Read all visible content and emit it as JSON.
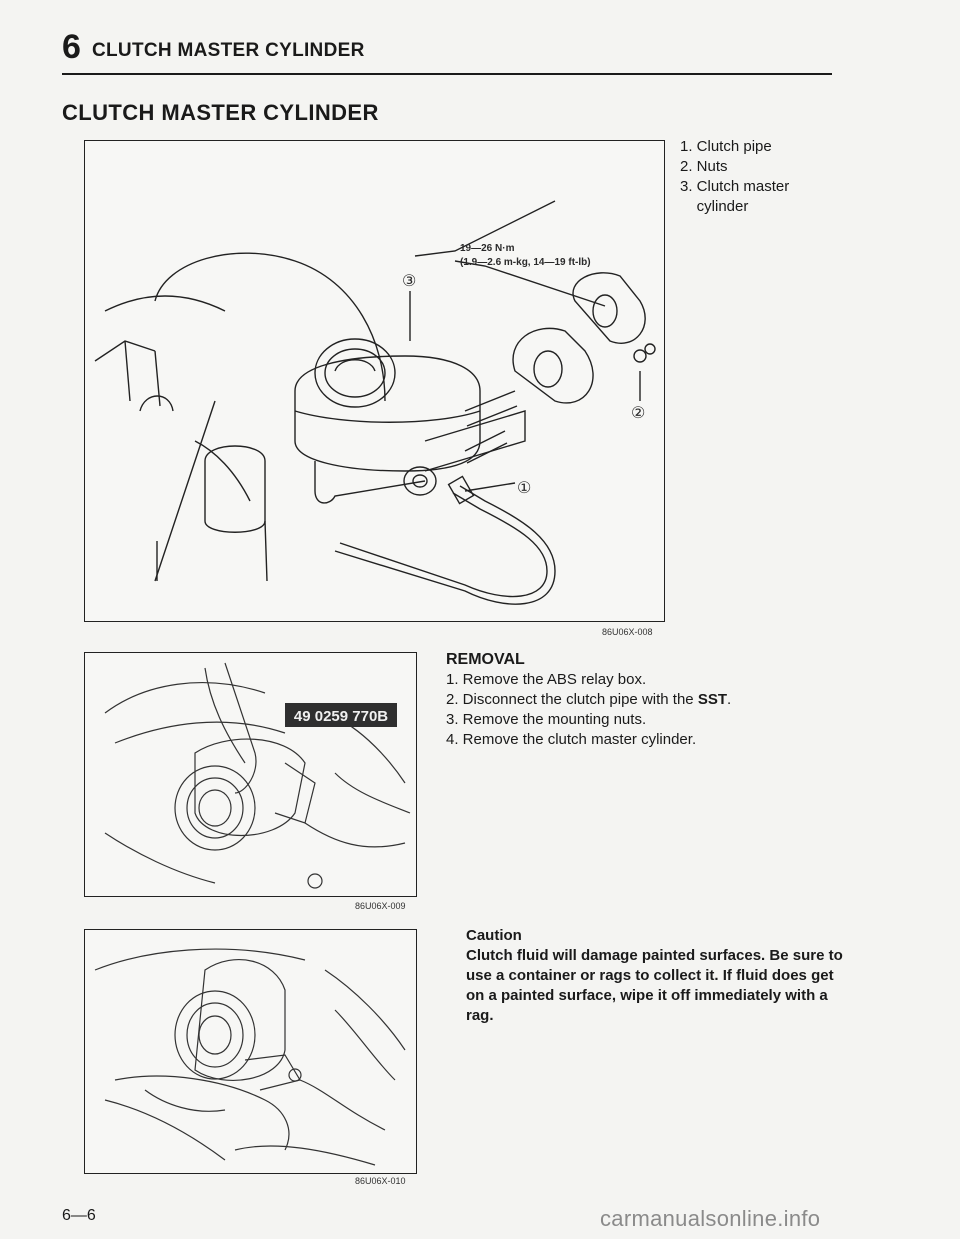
{
  "header": {
    "section_number": "6",
    "section_title": "CLUTCH MASTER CYLINDER"
  },
  "page_title": "CLUTCH MASTER CYLINDER",
  "figure1": {
    "code": "86U06X-008",
    "callouts": [
      "③",
      "②",
      "①"
    ],
    "torque_line1": "19—26 N·m",
    "torque_line2": "(1.9—2.6 m-kg, 14—19 ft-lb)"
  },
  "legend": [
    "1. Clutch pipe",
    "2. Nuts",
    "3. Clutch master",
    "    cylinder"
  ],
  "figure2": {
    "code": "86U06X-009",
    "tool_label": "49 0259 770B"
  },
  "figure3": {
    "code": "86U06X-010"
  },
  "removal": {
    "heading": "REMOVAL",
    "step1": "1. Remove the ABS relay box.",
    "step2_pre": "2. Disconnect the clutch pipe with the ",
    "step2_bold": "SST",
    "step2_post": ".",
    "step3": "3. Remove the mounting nuts.",
    "step4": "4. Remove the clutch master cylinder."
  },
  "caution": {
    "heading": "Caution",
    "text": "Clutch fluid will damage painted surfaces. Be sure to use a container or rags to collect it. If fluid does get on a painted surface, wipe it off immediately with a rag."
  },
  "page_number": "6—6",
  "watermark": "carmanualsonline.info"
}
